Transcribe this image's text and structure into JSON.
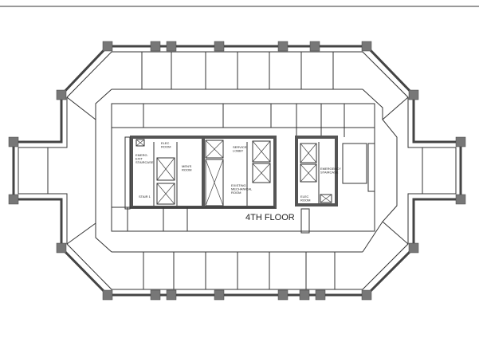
{
  "plan": {
    "floor_label": "4TH FLOOR",
    "rooms": {
      "elec_room_left": [
        "ELEC",
        "ROOM"
      ],
      "emerg_exit_stair": [
        "EMERG.",
        "EXIT",
        "STAIRCASE"
      ],
      "stair_1": "STAIR 1",
      "mens_room": [
        "MEN'S",
        "ROOM"
      ],
      "service_lobby": [
        "SERVICE",
        "LOBBY"
      ],
      "mechanical_room": [
        "EXISTING",
        "MECHANICAL",
        "ROOM"
      ],
      "emergency_stair": [
        "EMERGENCY",
        "STAIRCASE"
      ],
      "elec_room_right": [
        "ELEC",
        "ROOM"
      ]
    },
    "colors": {
      "wall": "#333333",
      "column": "#777777"
    }
  }
}
